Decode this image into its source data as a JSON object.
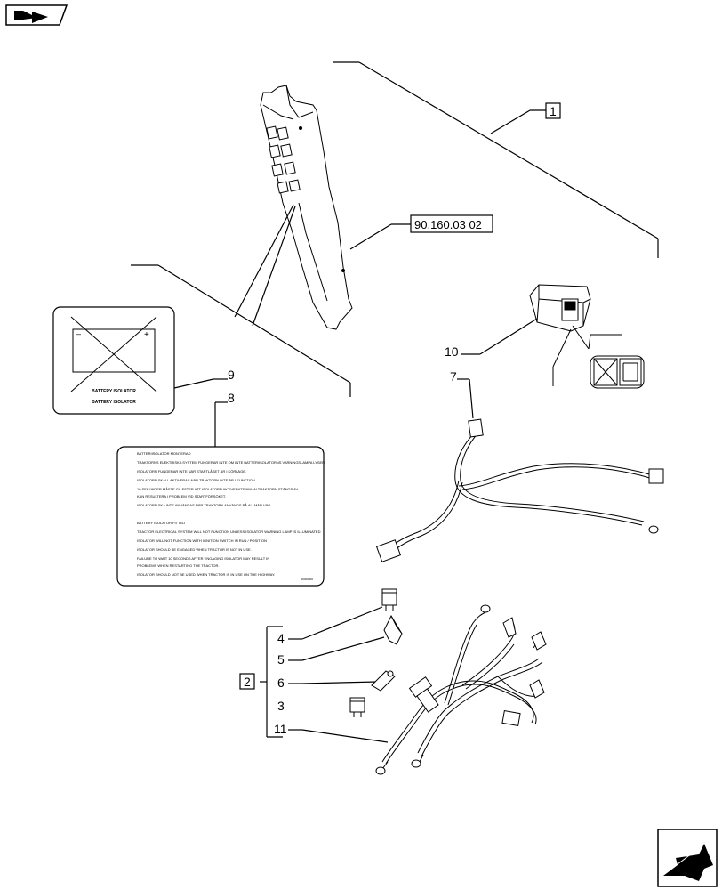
{
  "nav": {
    "prev_icon": "prev-page-arrow-icon",
    "next_icon": "next-page-arrow-icon"
  },
  "callouts": {
    "c1": "1",
    "c2": "2",
    "c3": "3",
    "c4": "4",
    "c5": "5",
    "c6": "6",
    "c7": "7",
    "c8": "8",
    "c9": "9",
    "c10": "10",
    "c11": "11"
  },
  "reference": "90.160.03 02",
  "decal_9": {
    "minus": "–",
    "plus": "+",
    "line1": "BATTERY ISOLATOR",
    "line2": "BATTERY ISOLATOR"
  },
  "decal_8": {
    "lines": [
      "BATTERIISOLATOR MONTERAD",
      "TRAKTORNS ELEKTRISKA SYSTEM FUNGERAR INTE OM INTE BATTERIISOLATORNS VARNINGSLAMPA LYSER.",
      "ISOLATORN FUNGERAR INTE NÄR STARTLÅSET ÄR I KÖRLÄGE.",
      "ISOLATORN SKALL AKTIVERAS NÄR TRAKTORN INTE ÄR I FUNKTION.",
      "10 SEKUNDER MÅSTE GÅ EFTER ATT ISOLATORN AKTIVERATS INNAN TRAKTORN STÄNGS AV.",
      "KAN RESULTERA I PROBLEM VID STARTFÖRSÖKET.",
      "ISOLATORN SKA INTE ANVÄNDAS NÄR TRAKTORN ANVÄNDS PÅ ALLMÄN VÄG.",
      "BATTERY ISOLATOR FITTED",
      "TRACTOR ELECTRICAL SYSTEM WILL NOT FUNCTION UNLESS ISOLATOR WARNING LAMP IS ILLUMINATED",
      "ISOLATOR WILL NOT FUNCTION WITH IGNITION SWITCH IN RUN / POSITION",
      "ISOLATOR SHOULD BE ENGAGED WHEN TRACTOR IS NOT IN USE.",
      "FAILURE TO WAIT 10 SECONDS AFTER ENGAGING ISOLATOR MAY RESULT IN",
      "PROBLEMS WHEN RESTARTING THE TRACTOR.",
      "ISOLATOR SHOULD NOT BE USED WHEN TRACTOR IS IN USE ON THE HIGHWAY."
    ],
    "part_no": "00000000"
  }
}
